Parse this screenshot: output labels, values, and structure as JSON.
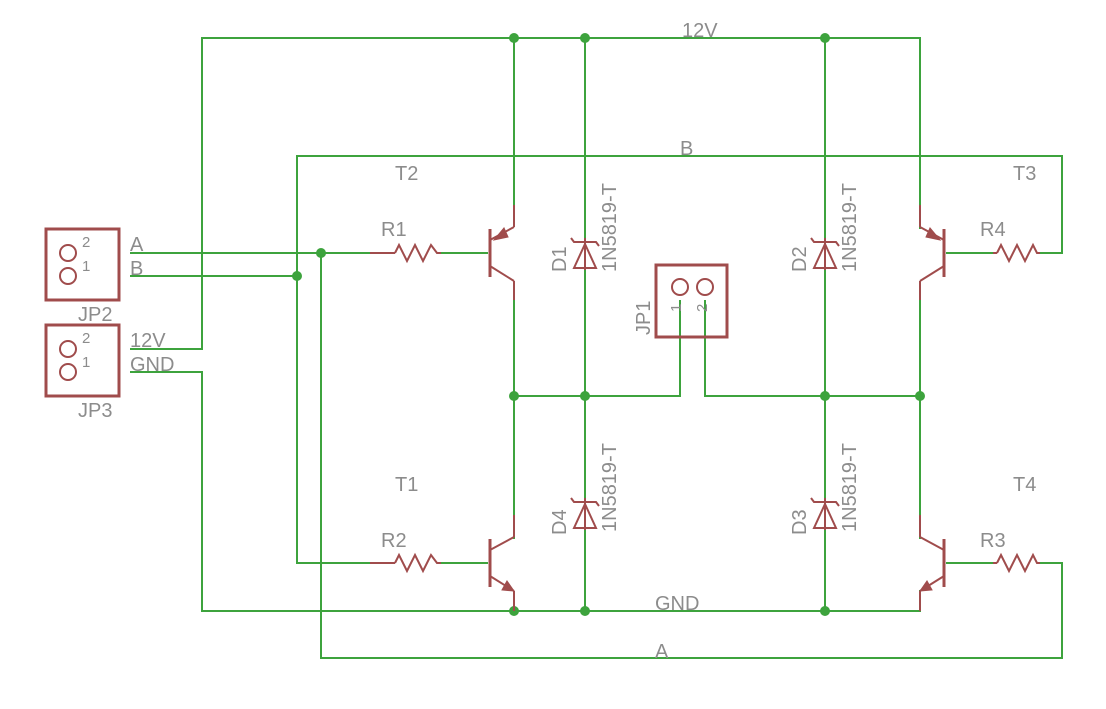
{
  "nets": {
    "vcc": "12V",
    "gnd": "GND",
    "a": "A",
    "b": "B"
  },
  "connectors": {
    "jp1": {
      "name": "JP1",
      "pin1": "1",
      "pin2": "2"
    },
    "jp2": {
      "name": "JP2",
      "pin1": "1",
      "pin2": "2",
      "label_pin2": "A",
      "label_pin1": "B"
    },
    "jp3": {
      "name": "JP3",
      "pin1": "1",
      "pin2": "2",
      "label_pin2": "12V",
      "label_pin1": "GND"
    }
  },
  "transistors": {
    "t1": "T1",
    "t2": "T2",
    "t3": "T3",
    "t4": "T4"
  },
  "resistors": {
    "r1": "R1",
    "r2": "R2",
    "r3": "R3",
    "r4": "R4"
  },
  "diodes": {
    "d1": {
      "name": "D1",
      "value": "1N5819-T"
    },
    "d2": {
      "name": "D2",
      "value": "1N5819-T"
    },
    "d3": {
      "name": "D3",
      "value": "1N5819-T"
    },
    "d4": {
      "name": "D4",
      "value": "1N5819-T"
    }
  },
  "colors": {
    "wire": "#3da33d",
    "part": "#a04c4c",
    "label": "#8c8c8c"
  }
}
